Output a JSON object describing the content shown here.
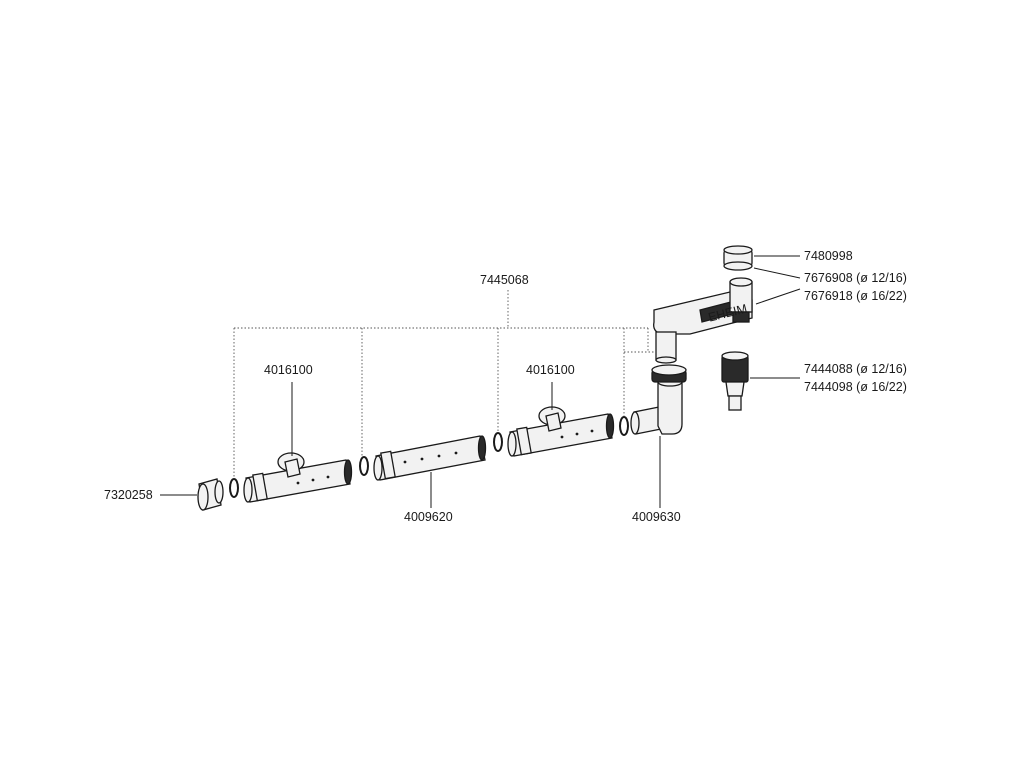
{
  "diagram": {
    "labels": {
      "assembly_set": "7445068",
      "end_cap": "7320258",
      "spray_bar_tee_left": "4016100",
      "spray_bar_tee_right": "4016100",
      "spray_bar_pipe": "4009620",
      "elbow": "4009630",
      "cap": "7480998",
      "outlet_12_16": "7676908 (ø 12/16)",
      "outlet_16_22": "7676918 (ø 16/22)",
      "hose_connector_12_16": "7444088 (ø 12/16)",
      "hose_connector_16_22": "7444098 (ø 16/22)"
    },
    "logo_text": "EHEIM",
    "colors": {
      "line": "#1a1a1a",
      "part_fill": "#f2f2f2",
      "dark_fill": "#2a2a2a"
    }
  }
}
